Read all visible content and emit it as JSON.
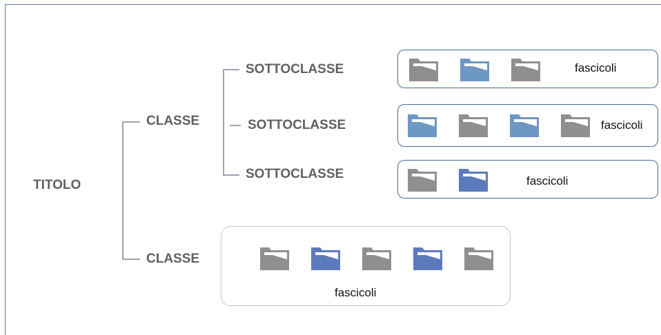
{
  "title": "TITOLO",
  "classes": [
    {
      "label": "CLASSE",
      "subclasses": [
        {
          "label": "SOTTOCLASSE",
          "fascicoli_label": "fascicoli",
          "folders": [
            "gray",
            "lightblue",
            "gray"
          ]
        },
        {
          "label": "SOTTOCLASSE",
          "fascicoli_label": "fascicoli",
          "folders": [
            "lightblue",
            "gray",
            "lightblue",
            "gray"
          ]
        },
        {
          "label": "SOTTOCLASSE",
          "fascicoli_label": "fascicoli",
          "folders": [
            "gray",
            "darkblue"
          ]
        }
      ]
    },
    {
      "label": "CLASSE",
      "fascicoli_label": "fascicoli",
      "folders": [
        "gray",
        "darkblue",
        "gray",
        "darkblue",
        "gray"
      ]
    }
  ],
  "colors": {
    "gray": "#8f8f8f",
    "lightblue": "#6c98c3",
    "darkblue": "#5c7bbd",
    "label_text": "#5f6062",
    "box_border": "#4a6a94"
  },
  "icon": "folder-icon"
}
